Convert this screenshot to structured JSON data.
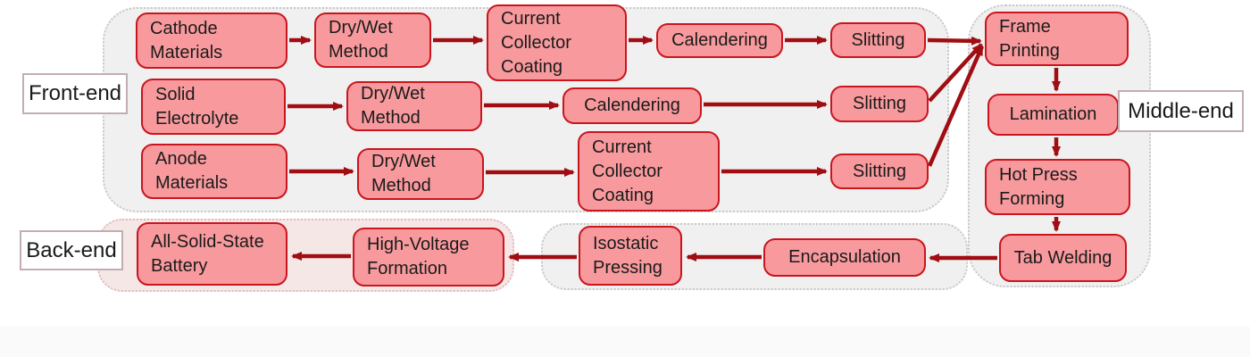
{
  "sections": {
    "front_end": {
      "label": "Front-end"
    },
    "middle_end": {
      "label": "Middle-end"
    },
    "back_end": {
      "label": "Back-end"
    }
  },
  "nodes": {
    "cathode_materials": {
      "lines": [
        "Cathode",
        "Materials"
      ]
    },
    "dry_wet_method_1": {
      "lines": [
        "Dry/Wet",
        "Method"
      ]
    },
    "current_collector_coating_1": {
      "lines": [
        "Current",
        "Collector",
        "Coating"
      ]
    },
    "calendering_1": {
      "lines": [
        "Calendering"
      ]
    },
    "slitting_1": {
      "lines": [
        "Slitting"
      ]
    },
    "solid_electrolyte": {
      "lines": [
        "Solid",
        "Electrolyte"
      ]
    },
    "dry_wet_method_2": {
      "lines": [
        "Dry/Wet",
        "Method"
      ]
    },
    "calendering_2": {
      "lines": [
        "Calendering"
      ]
    },
    "slitting_2": {
      "lines": [
        "Slitting"
      ]
    },
    "anode_materials": {
      "lines": [
        "Anode",
        "Materials"
      ]
    },
    "dry_wet_method_3": {
      "lines": [
        "Dry/Wet",
        "Method"
      ]
    },
    "current_collector_coating_3": {
      "lines": [
        "Current",
        "Collector",
        "Coating"
      ]
    },
    "slitting_3": {
      "lines": [
        "Slitting"
      ]
    },
    "frame_printing": {
      "lines": [
        "Frame",
        "Printing"
      ]
    },
    "lamination": {
      "lines": [
        "Lamination"
      ]
    },
    "hot_press_forming": {
      "lines": [
        "Hot Press",
        "Forming"
      ]
    },
    "tab_welding": {
      "lines": [
        "Tab Welding"
      ]
    },
    "encapsulation": {
      "lines": [
        "Encapsulation"
      ]
    },
    "isostatic_pressing": {
      "lines": [
        "Isostatic",
        "Pressing"
      ]
    },
    "high_voltage_formation": {
      "lines": [
        "High-Voltage",
        "Formation"
      ]
    },
    "all_solid_state_battery": {
      "lines": [
        "All-Solid-State",
        "Battery"
      ]
    }
  },
  "process_flows": [
    "Cathode Materials -> Dry/Wet Method -> Current Collector Coating -> Calendering -> Slitting -> Frame Printing",
    "Solid Electrolyte -> Dry/Wet Method -> Calendering -> Slitting -> Frame Printing",
    "Anode Materials -> Dry/Wet Method -> Current Collector Coating -> Slitting -> Frame Printing",
    "Frame Printing -> Lamination -> Hot Press Forming -> Tab Welding",
    "Tab Welding -> Encapsulation -> Isostatic Pressing -> High-Voltage Formation -> All-Solid-State Battery"
  ],
  "colors": {
    "node_fill": "#F89A9D",
    "node_border": "#C9151E",
    "arrow": "#A00D12",
    "section_bg_gray": "#F1F0F0",
    "section_border_gray": "#C9C9C9",
    "backend_bg_pink": "#F6E7E7",
    "backend_border_pink": "#DFBCBC",
    "label_bg": "#FFFFFF",
    "label_border": "#C2AEB2",
    "text": "#1A1A1A"
  }
}
